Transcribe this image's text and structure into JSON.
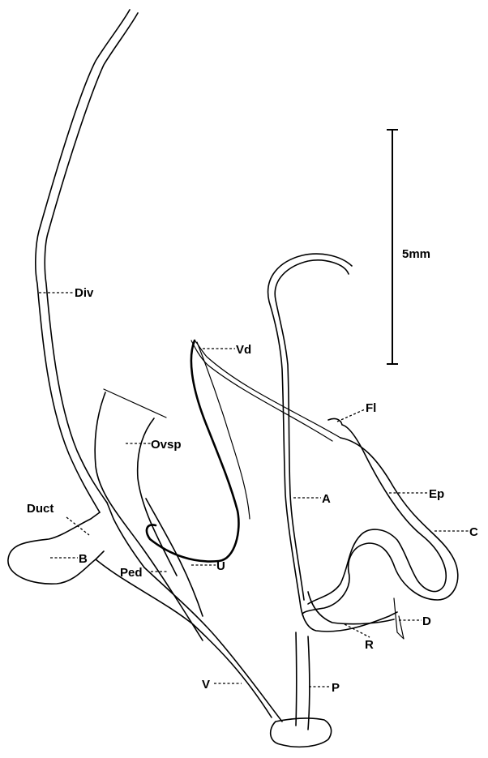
{
  "scale_bar": {
    "label": "5mm"
  },
  "labels": {
    "div": "Div",
    "vd": "Vd",
    "fl": "Fl",
    "ovsp": "Ovsp",
    "a": "A",
    "ep": "Ep",
    "duct": "Duct",
    "c": "C",
    "b": "B",
    "ped": "Ped",
    "u": "U",
    "d": "D",
    "r": "R",
    "v": "V",
    "p": "P"
  }
}
